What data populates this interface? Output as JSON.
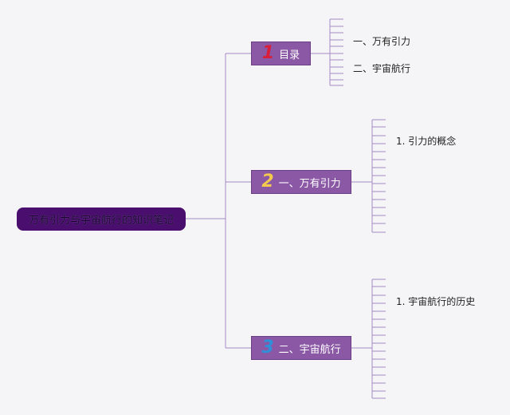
{
  "root": {
    "label": "万有引力与宇宙航行的知识笔记"
  },
  "branches": [
    {
      "number": "1",
      "number_color": "#d81e3a",
      "label": "目录"
    },
    {
      "number": "2",
      "number_color": "#f2c94c",
      "label": "一、万有引力"
    },
    {
      "number": "3",
      "number_color": "#2f8fd8",
      "label": "二、宇宙航行"
    }
  ],
  "leaves": {
    "toc": [
      "一、万有引力",
      "二、宇宙航行"
    ],
    "gravity": [
      "1. 引力的概念"
    ],
    "space": [
      "1. 宇宙航行的历史"
    ]
  },
  "colors": {
    "root_fill": "#4a0f6e",
    "branch_fill": "#8a58a5",
    "connector": "#a58cc6",
    "background": "#f5f4f6"
  }
}
